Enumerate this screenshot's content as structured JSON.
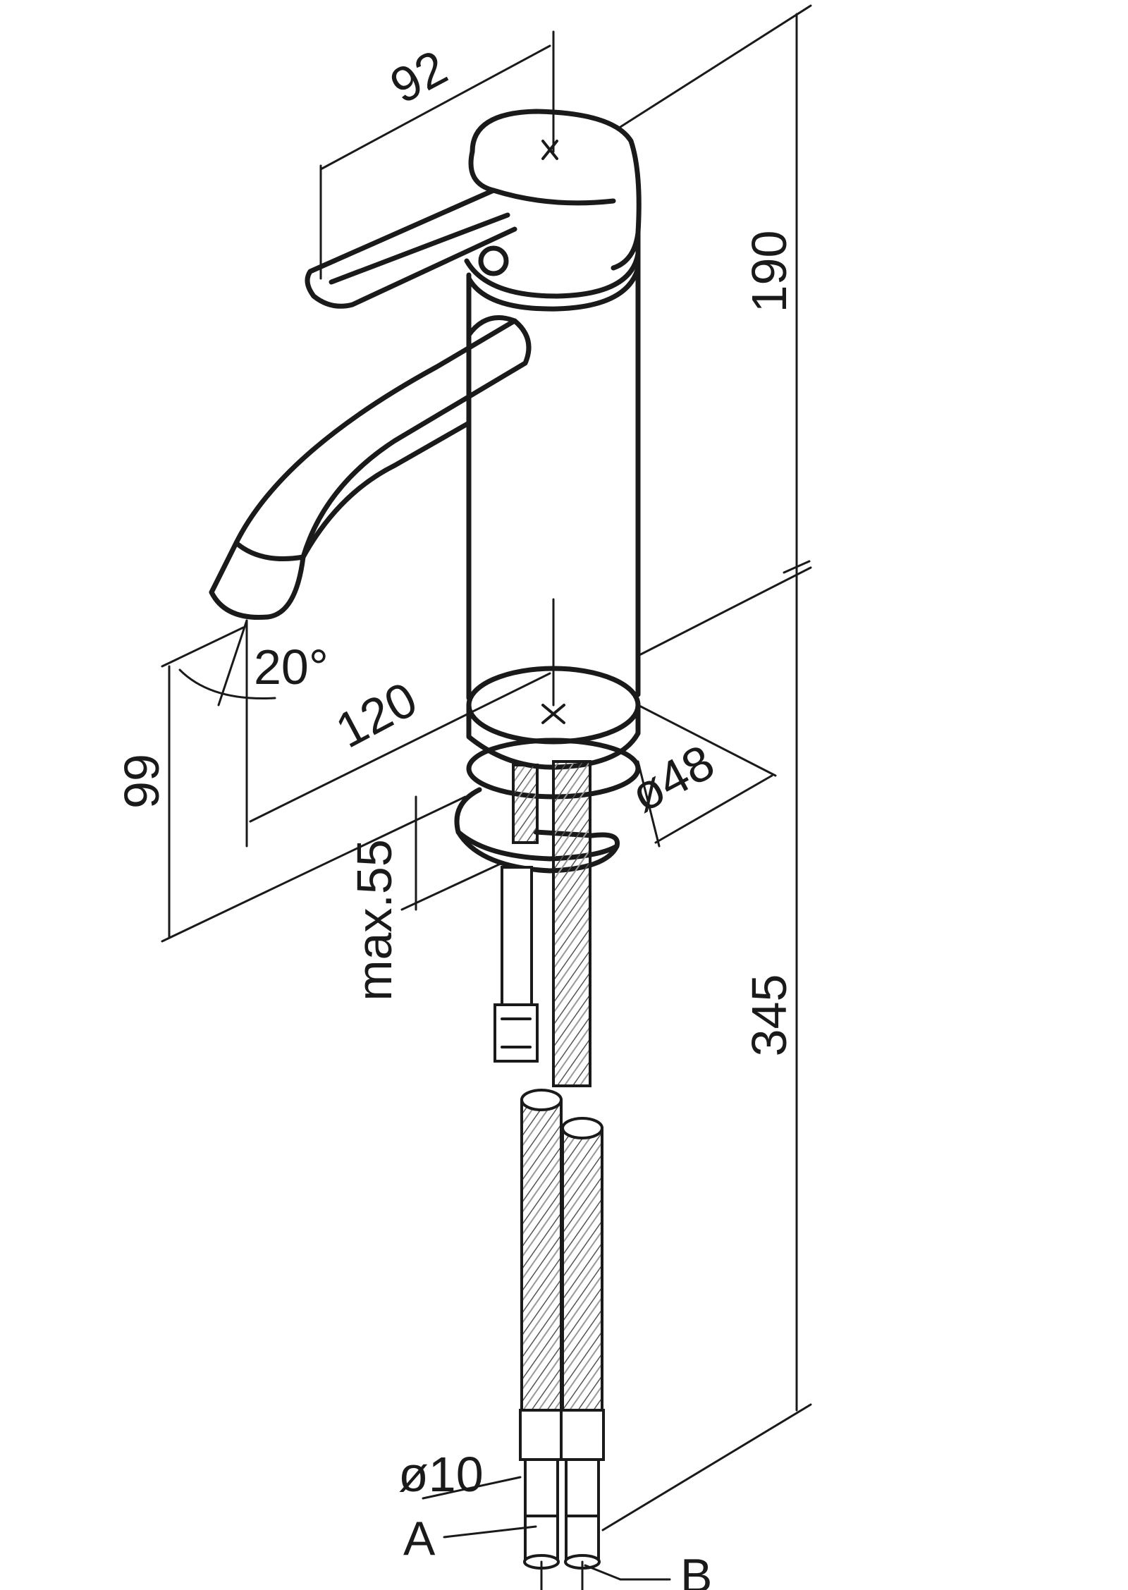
{
  "drawing": {
    "dimensions": {
      "handle_length": "92",
      "upper_height": "190",
      "spout_angle": "20°",
      "spout_reach": "120",
      "spout_height": "99",
      "base_diameter": "ø48",
      "max_deck_thickness": "max.55",
      "lower_height": "345",
      "hose_diameter": "ø10"
    },
    "connections": {
      "a": "A",
      "b": "B"
    }
  }
}
